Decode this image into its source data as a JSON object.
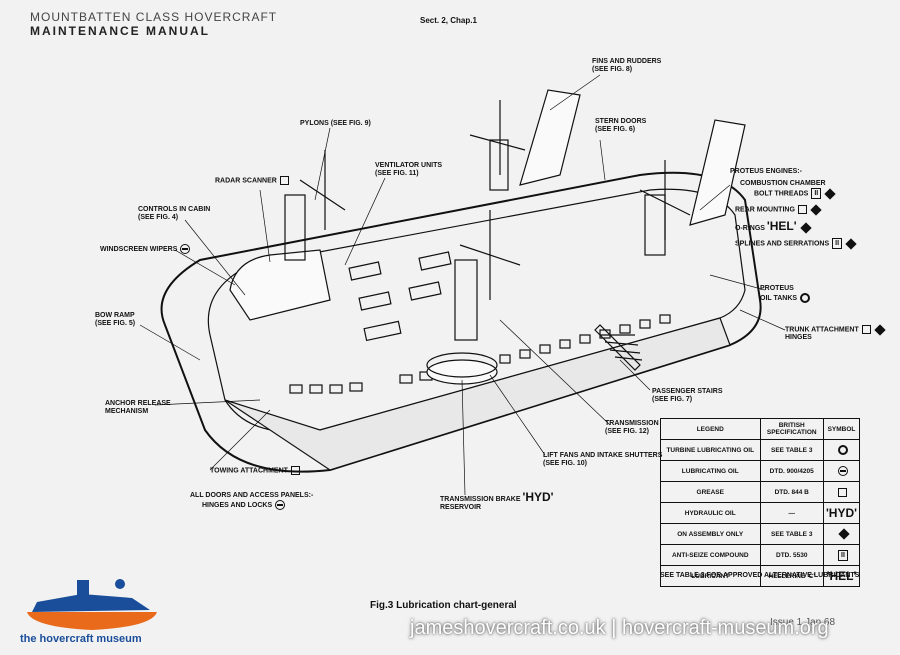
{
  "header": {
    "line1": "MOUNTBATTEN CLASS HOVERCRAFT",
    "line2": "MAINTENANCE MANUAL",
    "section": "Sect. 2, Chap.1"
  },
  "labels": {
    "fins": "FINS AND RUDDERS",
    "fins_ref": "(SEE FIG. 8)",
    "stern": "STERN DOORS",
    "stern_ref": "(SEE FIG. 6)",
    "pylons": "PYLONS (SEE FIG. 9)",
    "ventilator": "VENTILATOR UNITS",
    "ventilator_ref": "(SEE FIG. 11)",
    "radar": "RADAR SCANNER",
    "controls": "CONTROLS IN CABIN",
    "controls_ref": "(SEE FIG. 4)",
    "wipers": "WINDSCREEN WIPERS",
    "bow": "BOW RAMP",
    "bow_ref": "(SEE FIG. 5)",
    "anchor": "ANCHOR RELEASE",
    "anchor2": "MECHANISM",
    "towing": "TOWING ATTACHMENT",
    "doors": "ALL DOORS AND ACCESS PANELS:-",
    "doors2": "HINGES AND LOCKS",
    "brake": "TRANSMISSION BRAKE",
    "brake2": "RESERVOIR",
    "brake_sym": "'HYD'",
    "liftfans": "LIFT FANS AND INTAKE SHUTTERS",
    "liftfans_ref": "(SEE FIG. 10)",
    "transmission": "TRANSMISSION",
    "transmission_ref": "(SEE FIG. 12)",
    "stairs": "PASSENGER STAIRS",
    "stairs_ref": "(SEE FIG. 7)",
    "proteus": "PROTEUS ENGINES:-",
    "combustion": "COMBUSTION CHAMBER",
    "combustion2": "BOLT THREADS",
    "rear": "REAR MOUNTING",
    "orings": "O-RINGS",
    "orings_sym": "'HEL'",
    "splines": "SPLINES AND SERRATIONS",
    "oiltanks": "PROTEUS",
    "oiltanks2": "OIL TANKS",
    "trunk": "TRUNK ATTACHMENT",
    "trunk2": "HINGES"
  },
  "legend": {
    "headers": [
      "LEGEND",
      "BRITISH SPECIFICATION",
      "SYMBOL"
    ],
    "rows": [
      {
        "legend": "TURBINE LUBRICATING OIL",
        "spec": "SEE TABLE 3",
        "symbol": "ring"
      },
      {
        "legend": "LUBRICATING OIL",
        "spec": "DTD. 900/4205",
        "symbol": "bar"
      },
      {
        "legend": "GREASE",
        "spec": "DTD. 844 B",
        "symbol": "square"
      },
      {
        "legend": "HYDRAULIC OIL",
        "spec": "—",
        "symbol": "'HYD'"
      },
      {
        "legend": "ON ASSEMBLY ONLY",
        "spec": "SEE TABLE 3",
        "symbol": "diamond"
      },
      {
        "legend": "ANTI-SEIZE COMPOUND",
        "spec": "DTD. 5530",
        "symbol": "II"
      },
      {
        "legend": "LUBRICANT",
        "spec": "HELLERINE 'C'",
        "symbol": "'HEL'"
      }
    ],
    "note": "SEE TABLE 3 FOR APPROVED ALTERNATIVE LUBRICANTS"
  },
  "caption": "Fig.3 Lubrication chart-general",
  "footer": {
    "watermark": "jameshovercraft.co.uk | hovercraft-museum.org",
    "page": "Issue 1 Jan 68",
    "museum": "the hovercraft museum"
  }
}
